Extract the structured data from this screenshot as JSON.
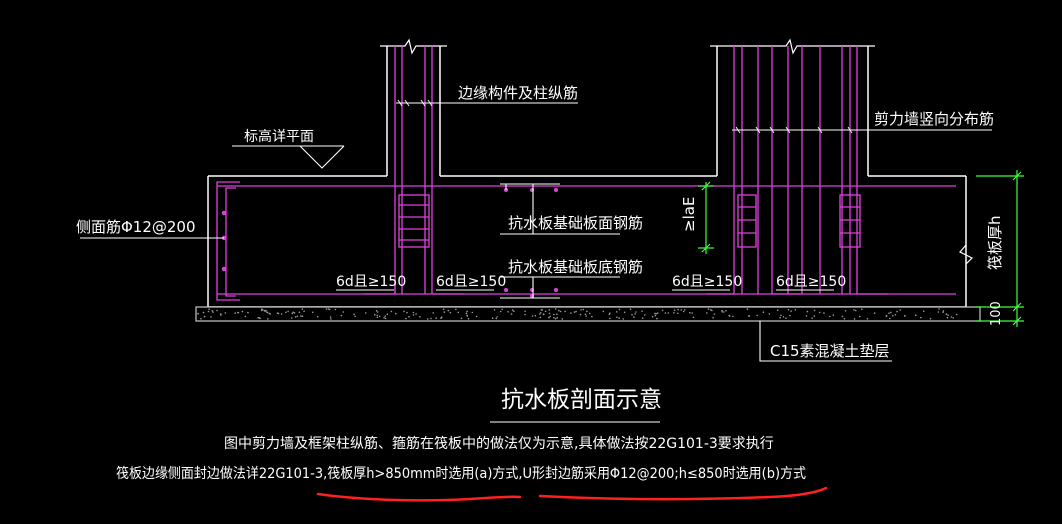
{
  "labels": {
    "edge_member": "边缘构件及柱纵筋",
    "elevation": "标高详平面",
    "shear_wall": "剪力墙竖向分布筋",
    "side_rebar": "侧面筋Φ12@200",
    "top_rebar": "抗水板基础板面钢筋",
    "bottom_rebar": "抗水板基础板底钢筋",
    "lde": "≥laE",
    "raft_thk": "筏板厚h",
    "dim_100": "100",
    "anchor_1": "6d且≥150",
    "anchor_2": "6d且≥150",
    "anchor_3": "6d且≥150",
    "anchor_4": "6d且≥150",
    "cushion": "C15素混凝土垫层"
  },
  "title": "抗水板剖面示意",
  "notes": {
    "line1": "图中剪力墙及框架柱纵筋、箍筋在筏板中的做法仅为示意,具体做法按22G101-3要求执行",
    "line2": "筏板边缘侧面封边做法详22G101-3,筏板厚h>850mm时选用(a)方式,U形封边筋采用Φ12@200;h≤850时选用(b)方式"
  },
  "colors": {
    "structure": "#ffffff",
    "rebar": "#e040e0",
    "dimension": "#40ff40",
    "underline": "#ff2020",
    "cushion": "#c8c8c8"
  }
}
